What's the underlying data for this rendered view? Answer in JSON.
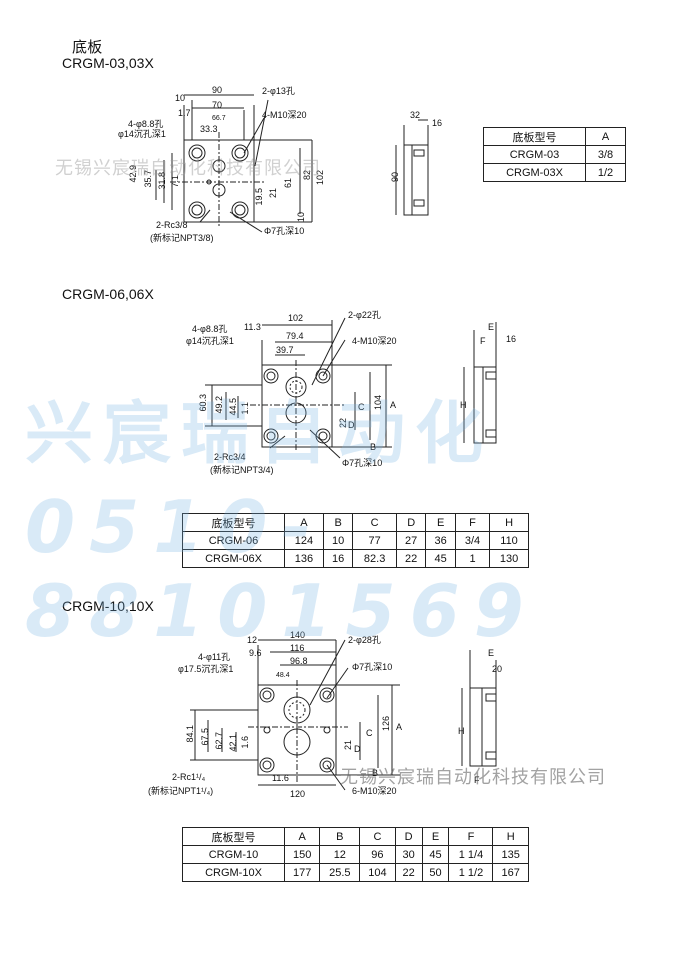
{
  "page": {
    "heading": "底板",
    "watermark_company": "无锡兴宸瑞自动化科技有限公司",
    "watermark_brand": "兴宸瑞自动化",
    "watermark_phone": "0510-88101569"
  },
  "section1": {
    "title": "CRGM-03,03X",
    "labels": {
      "d90": "90",
      "d70": "70",
      "d66_7": "66.7",
      "d33_3": "33.3",
      "d10": "10",
      "d1_7": "1.7",
      "hole_13": "2-φ13孔",
      "m10": "4-M10深20",
      "hole_8_8": "4-φ8.8孔",
      "sink_14": "φ14沉孔深1",
      "d42_9": "42.9",
      "d35_7": "35.7",
      "d31_8": "31.8",
      "d7_1": "7.1",
      "d82": "82",
      "d102": "102",
      "d61": "61",
      "d21": "21",
      "d19_5": "19.5",
      "d10b": "10",
      "rc": "2-Rc3/8",
      "npt": "(新标记NPT3/8)",
      "hole_7": "Φ7孔深10",
      "side_32": "32",
      "side_16": "16",
      "side_90": "90"
    },
    "table": {
      "headers": [
        "底板型号",
        "A"
      ],
      "rows": [
        [
          "CRGM-03",
          "3/8"
        ],
        [
          "CRGM-03X",
          "1/2"
        ]
      ]
    }
  },
  "section2": {
    "title": "CRGM-06,06X",
    "labels": {
      "d102": "102",
      "d79_4": "79.4",
      "d39_7": "39.7",
      "d11_3": "11.3",
      "hole_8_8": "4-φ8.8孔",
      "sink_14": "φ14沉孔深1",
      "hole_22": "2-φ22孔",
      "m10": "4-M10深20",
      "d60_3": "60.3",
      "d49_2": "49.2",
      "d44_5": "44.5",
      "d1_1": "1.1",
      "C": "C",
      "d104": "104",
      "A": "A",
      "d22": "22",
      "D": "D",
      "B": "B",
      "rc": "2-Rc3/4",
      "npt": "(新标记NPT3/4)",
      "hole_7": "Φ7孔深10",
      "E": "E",
      "F": "F",
      "side_16": "16",
      "H": "H"
    },
    "table": {
      "headers": [
        "底板型号",
        "A",
        "B",
        "C",
        "D",
        "E",
        "F",
        "H"
      ],
      "rows": [
        [
          "CRGM-06",
          "124",
          "10",
          "77",
          "27",
          "36",
          "3/4",
          "110"
        ],
        [
          "CRGM-06X",
          "136",
          "16",
          "82.3",
          "22",
          "45",
          "1",
          "130"
        ]
      ]
    }
  },
  "section3": {
    "title": "CRGM-10,10X",
    "labels": {
      "d140": "140",
      "d116": "116",
      "d96_8": "96.8",
      "d48_4": "48.4",
      "d12": "12",
      "d9_6": "9.6",
      "hole_11": "4-φ11孔",
      "sink_17_5": "φ17.5沉孔深1",
      "hole_28": "2-φ28孔",
      "hole_7": "Φ7孔深10",
      "d84_1": "84.1",
      "d67_5": "67.5",
      "d62_7": "62.7",
      "d42_1": "42.1",
      "d1_6": "1.6",
      "C": "C",
      "d126": "126",
      "A": "A",
      "d21": "21",
      "D": "D",
      "B": "B",
      "rc": "2-Rc1¹/₄",
      "npt": "(新标记NPT1¹/₄)",
      "d11_6": "11.6",
      "d120": "120",
      "m10": "6-M10深20",
      "E": "E",
      "side_20": "20",
      "H": "H",
      "F": "F"
    },
    "table": {
      "headers": [
        "底板型号",
        "A",
        "B",
        "C",
        "D",
        "E",
        "F",
        "H"
      ],
      "rows": [
        [
          "CRGM-10",
          "150",
          "12",
          "96",
          "30",
          "45",
          "1 1/4",
          "135"
        ],
        [
          "CRGM-10X",
          "177",
          "25.5",
          "104",
          "22",
          "50",
          "1 1/2",
          "167"
        ]
      ]
    }
  }
}
